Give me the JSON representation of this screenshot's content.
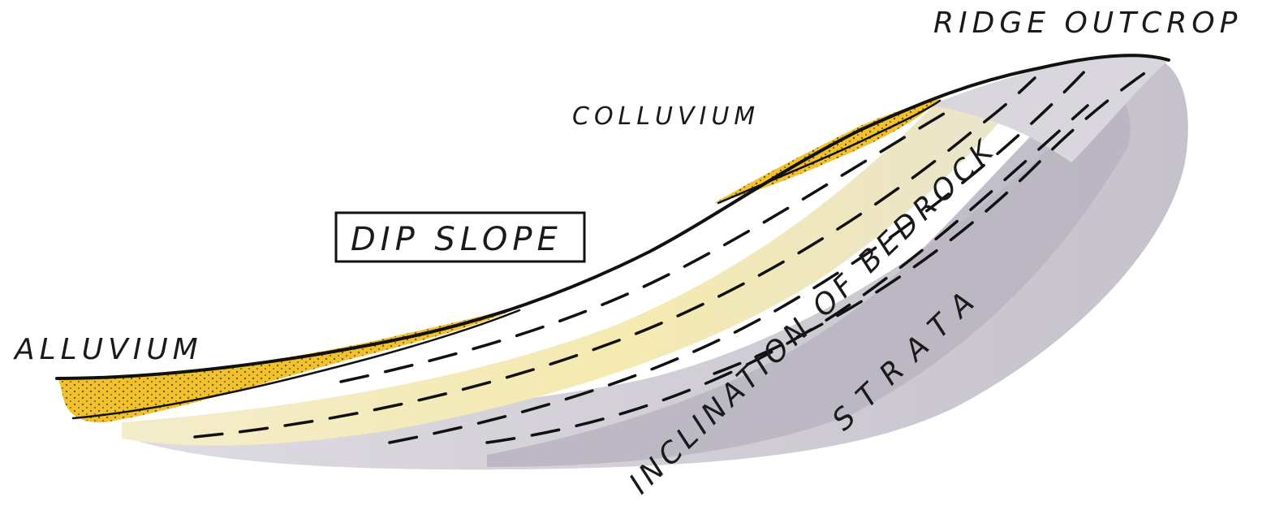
{
  "labels": {
    "ridge_outcrop": "RIDGE OUTCROP",
    "colluvium": "COLLUVIUM",
    "dip_slope": "DIP SLOPE",
    "alluvium": "ALLUVIUM",
    "inclination_line1": "INCLINATION OF BEDROCK",
    "inclination_line2": "STRATA"
  },
  "colors": {
    "sediment_yellow": "#f2c12e",
    "bedrock_pale_yellow": "#f2ecc0",
    "bedrock_light_gray": "#dcdae0",
    "bedrock_gray": "#b9b6c2",
    "ink": "#111111"
  }
}
